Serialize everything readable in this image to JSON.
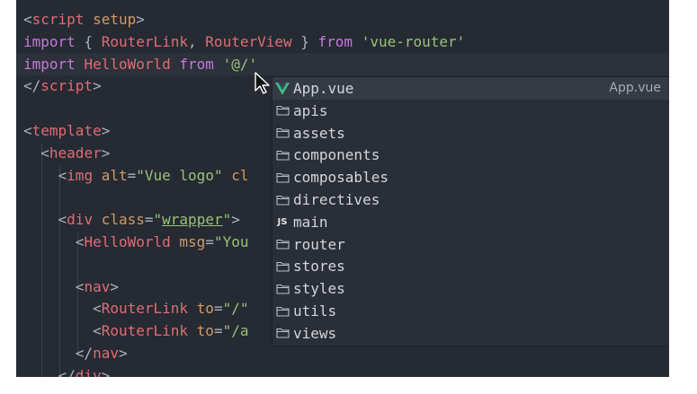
{
  "editor": {
    "lines": [
      {
        "parts": [
          {
            "t": "<",
            "c": "t-pun"
          },
          {
            "t": "script",
            "c": "t-tag"
          },
          {
            "t": " setup",
            "c": "t-attr"
          },
          {
            "t": ">",
            "c": "t-pun"
          }
        ]
      },
      {
        "parts": [
          {
            "t": "import",
            "c": "t-kw"
          },
          {
            "t": " { ",
            "c": "t-pun"
          },
          {
            "t": "RouterLink",
            "c": "t-tag"
          },
          {
            "t": ", ",
            "c": "t-pun"
          },
          {
            "t": "RouterView",
            "c": "t-tag"
          },
          {
            "t": " } ",
            "c": "t-pun"
          },
          {
            "t": "from",
            "c": "t-kw"
          },
          {
            "t": " ",
            "c": "t-pun"
          },
          {
            "t": "'vue-router'",
            "c": "t-str"
          }
        ]
      },
      {
        "parts": [
          {
            "t": "import",
            "c": "t-kw"
          },
          {
            "t": " ",
            "c": "t-pun"
          },
          {
            "t": "HelloWorld",
            "c": "t-tag"
          },
          {
            "t": " ",
            "c": "t-pun"
          },
          {
            "t": "from",
            "c": "t-kw"
          },
          {
            "t": " ",
            "c": "t-pun"
          },
          {
            "t": "'@/'",
            "c": "t-str"
          }
        ]
      },
      {
        "parts": [
          {
            "t": "</",
            "c": "t-pun"
          },
          {
            "t": "script",
            "c": "t-tag"
          },
          {
            "t": ">",
            "c": "t-pun"
          }
        ]
      },
      {
        "parts": []
      },
      {
        "parts": [
          {
            "t": "<",
            "c": "t-pun"
          },
          {
            "t": "template",
            "c": "t-tag"
          },
          {
            "t": ">",
            "c": "t-pun"
          }
        ]
      },
      {
        "parts": [
          {
            "t": "  <",
            "c": "t-pun"
          },
          {
            "t": "header",
            "c": "t-tag"
          },
          {
            "t": ">",
            "c": "t-pun"
          }
        ]
      },
      {
        "parts": [
          {
            "t": "    <",
            "c": "t-pun"
          },
          {
            "t": "img",
            "c": "t-tag"
          },
          {
            "t": " alt",
            "c": "t-attr"
          },
          {
            "t": "=",
            "c": "t-pun"
          },
          {
            "t": "\"Vue logo\"",
            "c": "t-str"
          },
          {
            "t": " cl",
            "c": "t-attr"
          }
        ]
      },
      {
        "parts": []
      },
      {
        "parts": [
          {
            "t": "    <",
            "c": "t-pun"
          },
          {
            "t": "div",
            "c": "t-tag"
          },
          {
            "t": " class",
            "c": "t-attr"
          },
          {
            "t": "=",
            "c": "t-pun"
          },
          {
            "t": "\"",
            "c": "t-str"
          },
          {
            "t": "wrapper",
            "c": "t-str t-ul"
          },
          {
            "t": "\"",
            "c": "t-str"
          },
          {
            "t": ">",
            "c": "t-pun"
          }
        ]
      },
      {
        "parts": [
          {
            "t": "      <",
            "c": "t-pun"
          },
          {
            "t": "HelloWorld",
            "c": "t-tag"
          },
          {
            "t": " msg",
            "c": "t-attr"
          },
          {
            "t": "=",
            "c": "t-pun"
          },
          {
            "t": "\"You",
            "c": "t-str"
          }
        ]
      },
      {
        "parts": []
      },
      {
        "parts": [
          {
            "t": "      <",
            "c": "t-pun"
          },
          {
            "t": "nav",
            "c": "t-tag"
          },
          {
            "t": ">",
            "c": "t-pun"
          }
        ]
      },
      {
        "parts": [
          {
            "t": "        <",
            "c": "t-pun"
          },
          {
            "t": "RouterLink",
            "c": "t-tag"
          },
          {
            "t": " to",
            "c": "t-attr"
          },
          {
            "t": "=",
            "c": "t-pun"
          },
          {
            "t": "\"/\"",
            "c": "t-str"
          }
        ]
      },
      {
        "parts": [
          {
            "t": "        <",
            "c": "t-pun"
          },
          {
            "t": "RouterLink",
            "c": "t-tag"
          },
          {
            "t": " to",
            "c": "t-attr"
          },
          {
            "t": "=",
            "c": "t-pun"
          },
          {
            "t": "\"/a",
            "c": "t-str"
          }
        ]
      },
      {
        "parts": [
          {
            "t": "      </",
            "c": "t-pun"
          },
          {
            "t": "nav",
            "c": "t-tag"
          },
          {
            "t": ">",
            "c": "t-pun"
          }
        ]
      },
      {
        "parts": [
          {
            "t": "    </",
            "c": "t-pun"
          },
          {
            "t": "div",
            "c": "t-tag"
          },
          {
            "t": ">",
            "c": "t-pun"
          }
        ]
      }
    ],
    "active_line": 2,
    "stray_quote": "\""
  },
  "suggestions": {
    "items": [
      {
        "label": "App.vue",
        "icon": "vue-icon",
        "detail": "App.vue"
      },
      {
        "label": "apis",
        "icon": "folder-icon"
      },
      {
        "label": "assets",
        "icon": "folder-icon"
      },
      {
        "label": "components",
        "icon": "folder-icon"
      },
      {
        "label": "composables",
        "icon": "folder-icon"
      },
      {
        "label": "directives",
        "icon": "folder-icon"
      },
      {
        "label": "main",
        "icon": "js-icon",
        "icon_text": "JS"
      },
      {
        "label": "router",
        "icon": "folder-icon"
      },
      {
        "label": "stores",
        "icon": "folder-icon"
      },
      {
        "label": "styles",
        "icon": "folder-icon"
      },
      {
        "label": "utils",
        "icon": "folder-icon"
      },
      {
        "label": "views",
        "icon": "folder-icon"
      }
    ],
    "selected_index": 0
  },
  "colors": {
    "background": "#262a32",
    "tag": "#e06c75",
    "keyword": "#c678dd",
    "string": "#98c379",
    "attribute": "#d19a66",
    "vue_green": "#41b883"
  }
}
